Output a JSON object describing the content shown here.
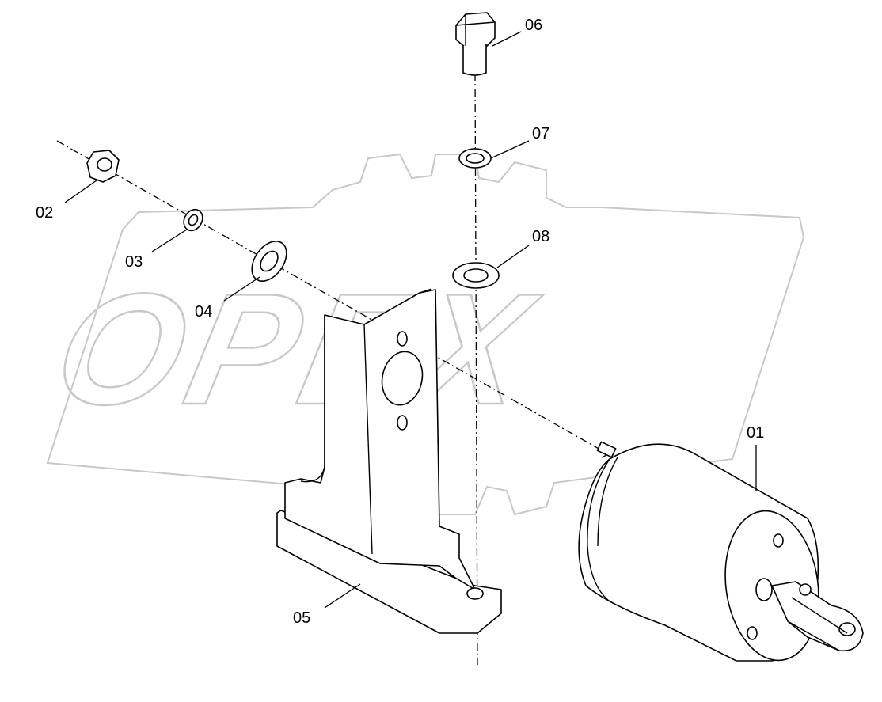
{
  "watermark": {
    "text": "OPEX"
  },
  "callouts": {
    "p01": "01",
    "p02": "02",
    "p03": "03",
    "p04": "04",
    "p05": "05",
    "p06": "06",
    "p07": "07",
    "p08": "08"
  },
  "icons": [
    "gear-watermark",
    "bolt",
    "nut",
    "washer",
    "bracket",
    "brake-chamber"
  ]
}
